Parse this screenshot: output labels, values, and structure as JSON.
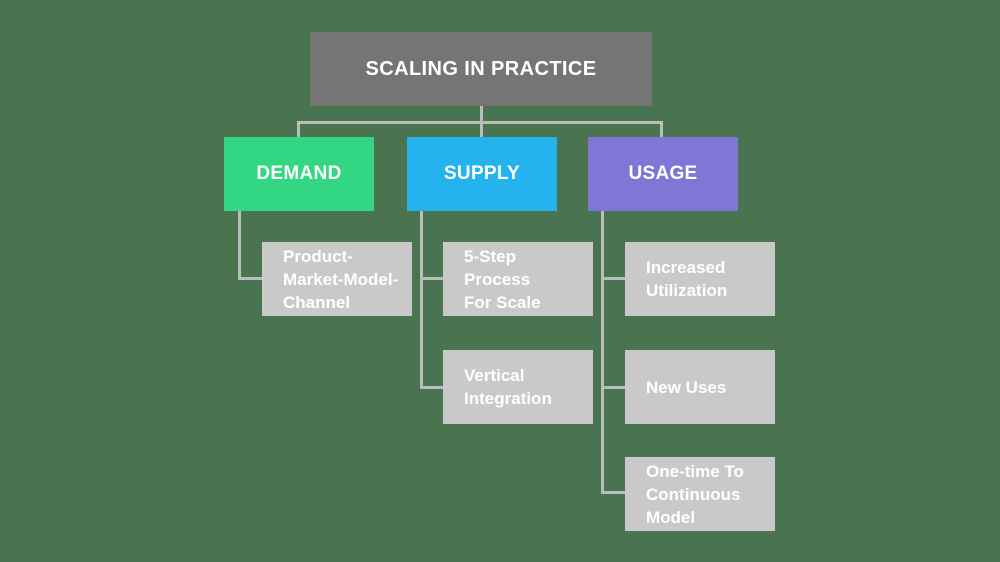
{
  "diagram": {
    "background_color": "#4a734f",
    "connector_color": "#babdbe",
    "child_bg_color": "#c9c9c9",
    "child_text_color": "#ffffff",
    "root": {
      "label": "SCALING IN PRACTICE",
      "bg_color": "#757575",
      "text_color": "#ffffff"
    },
    "branches": [
      {
        "label": "DEMAND",
        "bg_color": "#33d683",
        "children": [
          {
            "label": "Product-\nMarket-Model-\nChannel"
          }
        ]
      },
      {
        "label": "SUPPLY",
        "bg_color": "#24b3ec",
        "children": [
          {
            "label": "5-Step Process\nFor Scale"
          },
          {
            "label": "Vertical\nIntegration"
          }
        ]
      },
      {
        "label": "USAGE",
        "bg_color": "#8176d5",
        "children": [
          {
            "label": "Increased\nUtilization"
          },
          {
            "label": "New Uses"
          },
          {
            "label": "One-time To\nContinuous\nModel"
          }
        ]
      }
    ]
  }
}
